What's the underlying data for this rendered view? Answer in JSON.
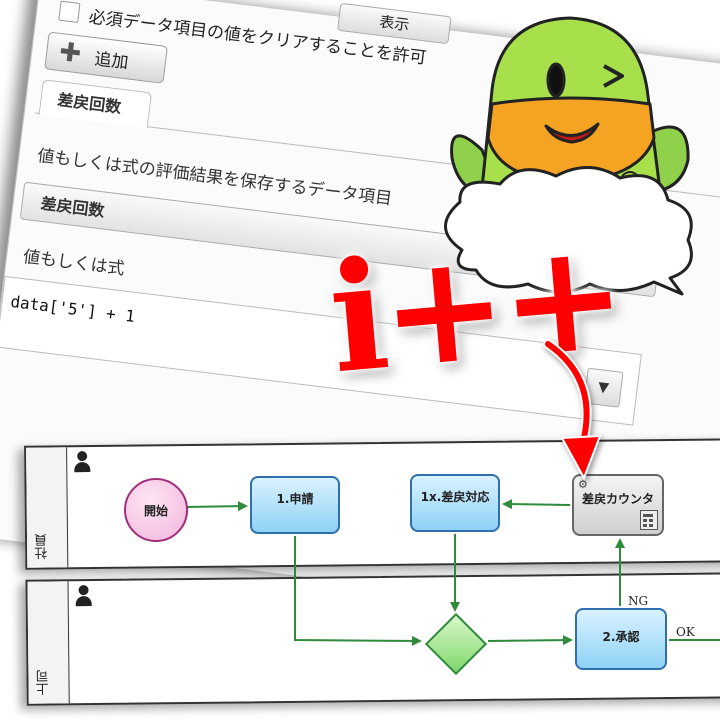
{
  "form": {
    "checkbox_label": "必須データ項目の値をクリアすることを許可",
    "show_button": "表示",
    "add_button": "追加",
    "tab_label": "差戻回数",
    "description": "値もしくは式の評価結果を保存するデータ項目",
    "data_item_select": "差戻回数",
    "value_label": "値もしくは式",
    "expression_value": "data['5'] + 1",
    "dropdown_icon": "triangle-down-icon"
  },
  "diagram": {
    "lanes": [
      {
        "name": "社員"
      },
      {
        "name": "上司"
      }
    ],
    "nodes": {
      "start": "開始",
      "apply": "1.申請",
      "response": "1x.差戻対応",
      "counter": "差戻カウンタ",
      "approve": "2.承認"
    },
    "flow_labels": {
      "ng": "NG",
      "ok": "OK"
    },
    "colors": {
      "flow": "#2f8a3a",
      "task": "#8fd2f5",
      "gateway": "#7fd86b",
      "start": "#f3b3dc"
    }
  },
  "overlay": {
    "headline": "i++",
    "headline_color": "#ff0000"
  }
}
